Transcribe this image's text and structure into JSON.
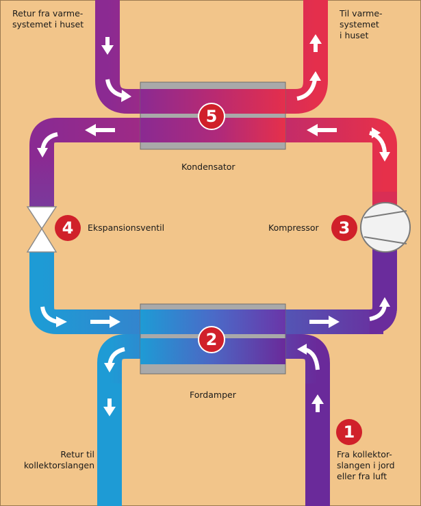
{
  "colors": {
    "background": "#f2c58a",
    "hot": "#e8304a",
    "warm": "#b02a7e",
    "purple": "#8a2a90",
    "cold": "#1e9bd5",
    "badge": "#d0202a",
    "exchanger": "#a9a9a9"
  },
  "labels": {
    "return_heating": "Retur fra  varme-\nsystemet i huset",
    "to_heating": "Til varme-\nsystemet\ni huset",
    "condenser": "Kondensator",
    "expansion_valve": "Ekspansionsventil",
    "compressor": "Kompressor",
    "evaporator": "Fordamper",
    "return_collector": "Retur til\nkollektorslangen",
    "from_collector": "Fra kollektor-\nslangen i jord\neller fra luft"
  },
  "badges": {
    "b1": "1",
    "b2": "2",
    "b3": "3",
    "b4": "4",
    "b5": "5"
  }
}
